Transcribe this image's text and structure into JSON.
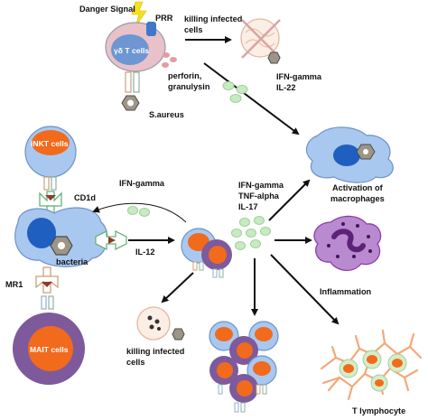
{
  "labels": {
    "danger_signal": "Danger Signal",
    "prr": "PRR",
    "gd_t_cells": "γδ T cells",
    "killing_infected_1": "killing infected",
    "killing_infected_1b": "cells",
    "perforin": "perforin,",
    "granulysin": "granulysin",
    "s_aureus": "S.aureus",
    "ifn_gamma_top": "IFN-gamma",
    "il22": "IL-22",
    "activation_1": "Activation of",
    "activation_2": "macrophages",
    "inkt_cells": "iNKT cells",
    "cd1d": "CD1d",
    "ifn_gamma_mid": "IFN-gamma",
    "ifn_gamma_c": "IFN-gamma",
    "tnf_alpha": "TNF-alpha",
    "il17": "IL-17",
    "bacteria": "bacteria",
    "il12": "IL-12",
    "mr1": "MR1",
    "mait_cells": "MAIT cells",
    "inflammation": "Inflammation",
    "killing_infected_2": "killing infected",
    "killing_infected_2b": "cells",
    "t_lymphocyte": "T lymphocyte"
  },
  "colors": {
    "macrophage_blue": "#a9c8ef",
    "nucleus_blue": "#1f5fbf",
    "nucleus_orange": "#f26a1b",
    "tcell_pink": "#f1c4c4",
    "mait_purple": "#7e5a9c",
    "inflammation_purple": "#8a3fa8",
    "cytokine_green": "#c7eac2",
    "dendritic_orange": "#f4a878"
  }
}
